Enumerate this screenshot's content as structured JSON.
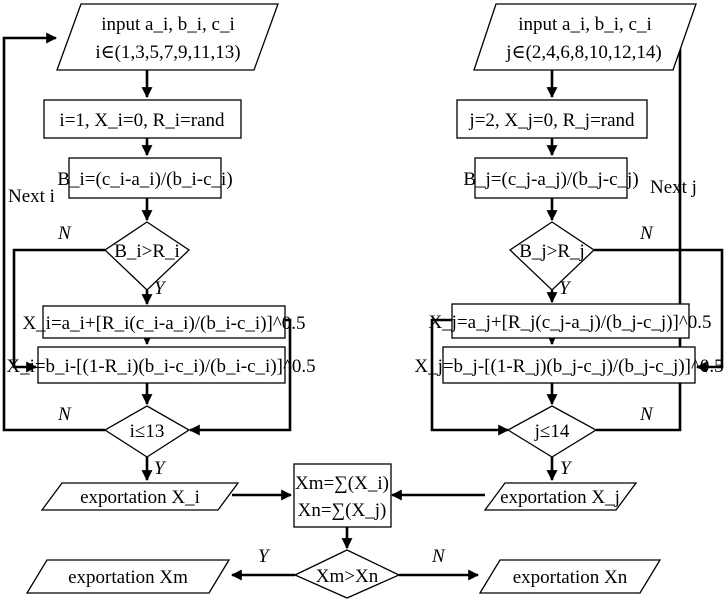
{
  "left_branch": {
    "input_line1": "input a_i, b_i, c_i",
    "input_line2": "i∈(1,3,5,7,9,11,13)",
    "init": "i=1, X_i=0, R_i=rand",
    "b_formula": "B_i=(c_i-a_i)/(b_i-c_i)",
    "decision": "B_i>R_i",
    "yes_formula": "X_i=a_i+[R_i(c_i-a_i)/(b_i-c_i)]^0.5",
    "no_formula": "X_i=b_i-[(1-R_i)(b_i-c_i)/(b_i-c_i)]^0.5",
    "loop_check": "i≤13",
    "next_label": "Next i",
    "output": "exportation X_i"
  },
  "right_branch": {
    "input_line1": "input a_i, b_i, c_i",
    "input_line2": "j∈(2,4,6,8,10,12,14)",
    "init": "j=2, X_j=0, R_j=rand",
    "b_formula": "B_j=(c_j-a_j)/(b_j-c_j)",
    "decision": "B_j>R_j",
    "yes_formula": "X_j=a_j+[R_j(c_j-a_j)/(b_j-c_j)]^0.5",
    "no_formula": "X_j=b_j-[(1-R_j)(b_j-c_j)/(b_j-c_j)]^0.5",
    "loop_check": "j≤14",
    "next_label": "Next j",
    "output": "exportation X_j"
  },
  "merge": {
    "line1": "Xm=∑(X_i)",
    "line2": "Xn=∑(X_j)",
    "decision": "Xm>Xn",
    "output_left": "exportation Xm",
    "output_right": "exportation Xn"
  },
  "labels": {
    "yes": "Y",
    "no": "N"
  }
}
